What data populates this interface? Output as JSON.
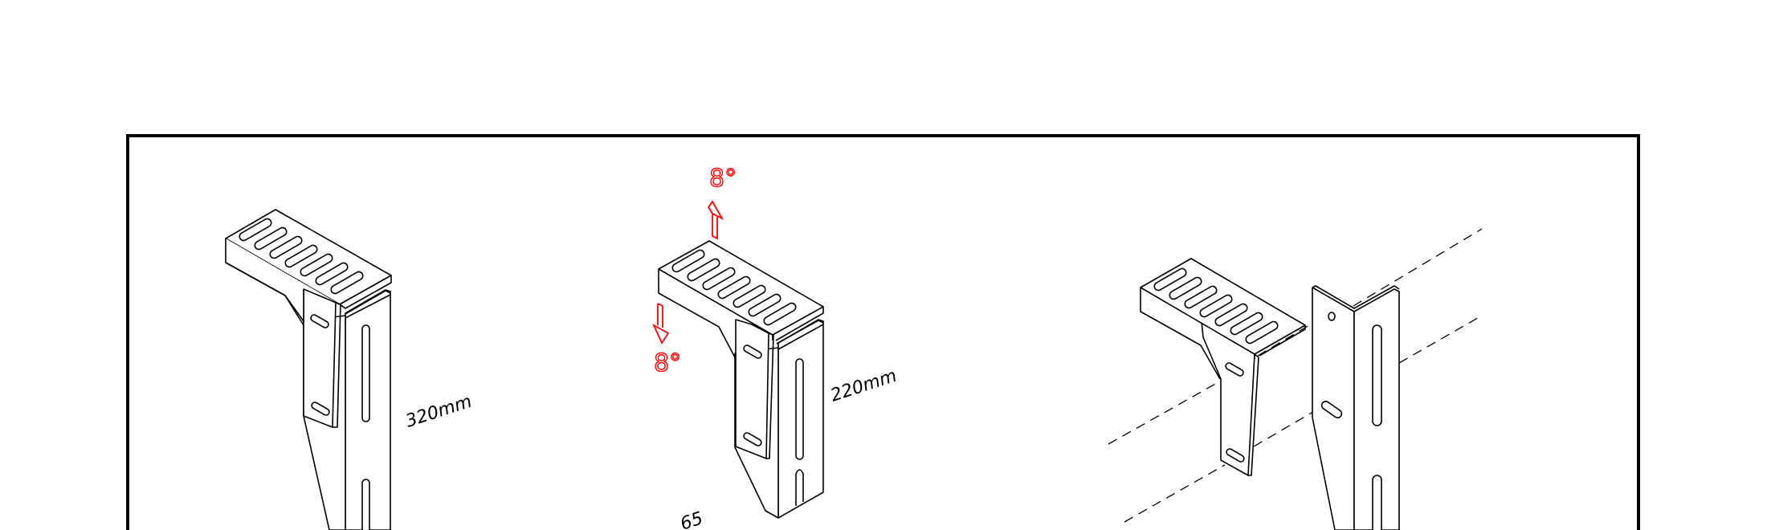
{
  "diagram": {
    "type": "isometric technical line drawing",
    "frame": {
      "stroke_color": "#000000"
    },
    "colors": {
      "line": "#000000",
      "annotation": "#ff0000",
      "background": "#ffffff"
    },
    "figures": [
      {
        "id": "bracket-320",
        "description": "Tall L-bracket with 7 slotted top plate and slotted vertical post",
        "slot_count": 7,
        "dimension_label": "320mm"
      },
      {
        "id": "bracket-220",
        "description": "Short L-bracket with 7 slotted top plate, tilt annotation",
        "slot_count": 7,
        "dimension_label": "220mm",
        "bottom_label": "65",
        "annotations": [
          {
            "direction": "up",
            "label": "8°",
            "icon": "arrow-up-icon"
          },
          {
            "direction": "down",
            "label": "8°",
            "icon": "arrow-down-icon"
          }
        ]
      },
      {
        "id": "exploded-assembly",
        "description": "Bracket separated from angle post with dashed alignment lines",
        "slot_count": 7
      }
    ]
  }
}
